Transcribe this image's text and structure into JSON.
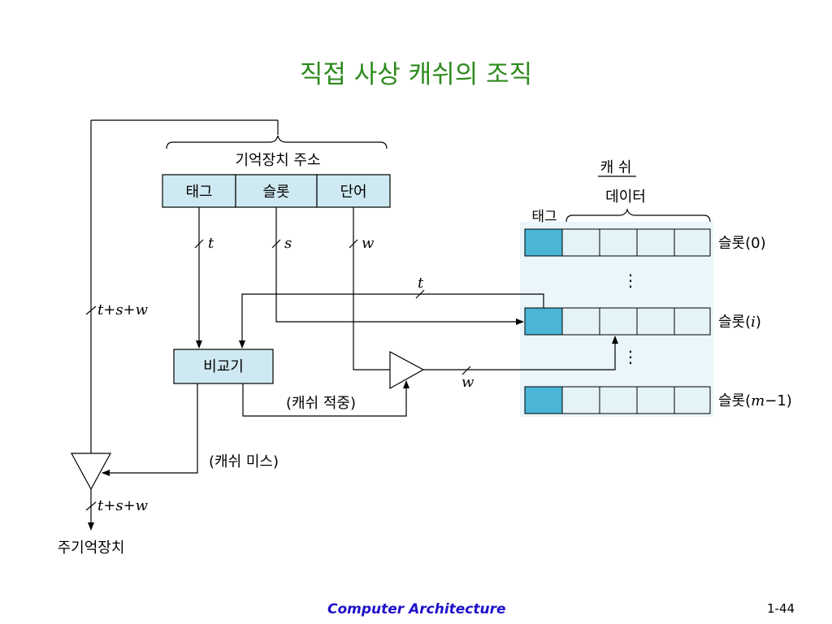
{
  "title": "직접 사상 캐쉬의 조직",
  "memory_address": {
    "label": "기억장치 주소",
    "fields": [
      "태그",
      "슬롯",
      "단어"
    ],
    "bits": [
      "t",
      "s",
      "w"
    ]
  },
  "comparator": {
    "label": "비교기"
  },
  "cache": {
    "label": "캐 쉬",
    "data_label": "데이터",
    "tag_label": "태그",
    "dots": "⋮",
    "slots": [
      {
        "label": "슬롯(",
        "var": "0",
        "close": ")"
      },
      {
        "label": "슬롯(",
        "var": "i",
        "close": ")"
      },
      {
        "label": "슬롯(",
        "var": "m",
        "suffix": "−1",
        "close": ")"
      }
    ]
  },
  "signals": {
    "tag_t": "t",
    "word_w": "w",
    "full_address": "t+s+w",
    "hit": "(캐쉬 적중)",
    "miss": "(캐쉬 미스)"
  },
  "main_memory": {
    "label": "주기억장치"
  },
  "footer": {
    "course": "Computer Architecture",
    "page": "1-44"
  },
  "colors": {
    "title": "#2e8b1e",
    "box_fill": "#cfe9f2",
    "tag_cell": "#4ab5d6",
    "data_cell": "#e3f3f8",
    "cache_panel": "#eaf6fa",
    "footer": "#1f10c8"
  },
  "icons": [
    "buffer-triangle-icon",
    "arrow-icon"
  ]
}
